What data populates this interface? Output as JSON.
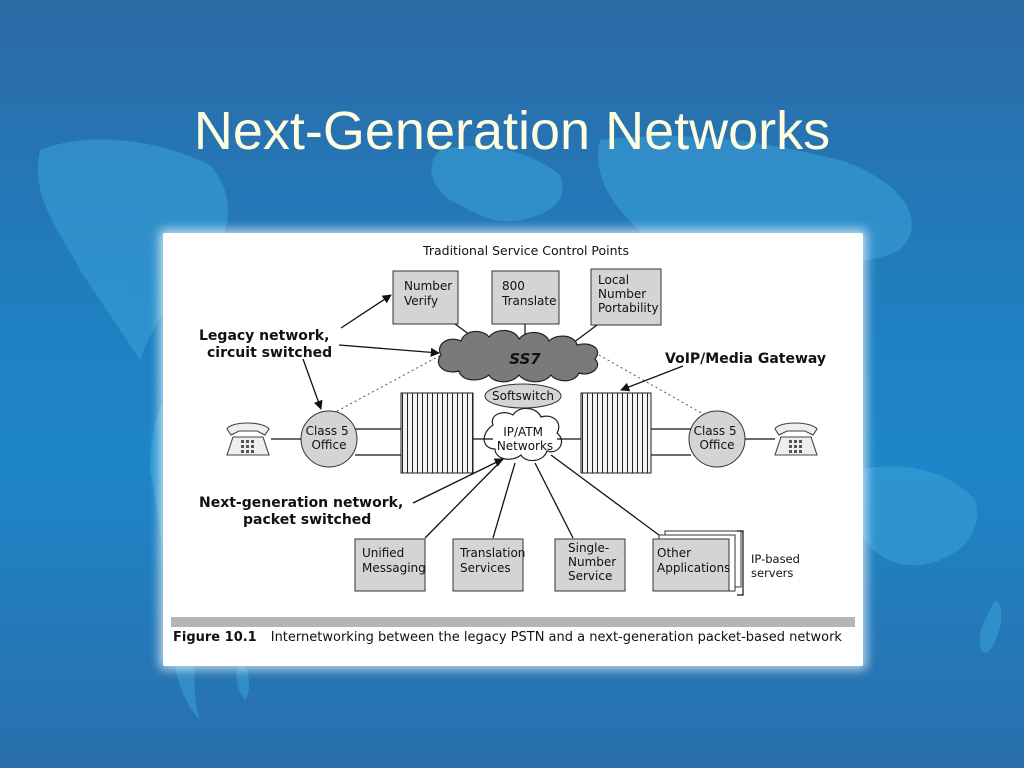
{
  "slide": {
    "title": "Next-Generation Networks"
  },
  "figure": {
    "header": "Traditional Service Control Points",
    "scp": {
      "number_verify": [
        "Number",
        "Verify"
      ],
      "translate_800": [
        "800",
        "Translate"
      ],
      "local_number_portability": [
        "Local",
        "Number",
        "Portability"
      ]
    },
    "ss7": "SS7",
    "softswitch": "Softswitch",
    "ip_atm": [
      "IP/ATM",
      "Networks"
    ],
    "class5_left": [
      "Class 5",
      "Office"
    ],
    "class5_right": [
      "Class 5",
      "Office"
    ],
    "callouts": {
      "legacy": [
        "Legacy network,",
        "circuit switched"
      ],
      "voip": "VoIP/Media Gateway",
      "nextgen": [
        "Next-generation network,",
        "packet switched"
      ]
    },
    "servers": {
      "unified_messaging": [
        "Unified",
        "Messaging"
      ],
      "translation_services": [
        "Translation",
        "Services"
      ],
      "single_number": [
        "Single-",
        "Number",
        "Service"
      ],
      "other_applications": [
        "Other",
        "Applications"
      ]
    },
    "ip_based_label": [
      "IP-based",
      "servers"
    ],
    "caption_number": "Figure 10.1",
    "caption_text": "Internetworking between the legacy PSTN and a next-generation packet-based network"
  },
  "colors": {
    "background": "#1f7fc0",
    "title": "#fffde0",
    "box_fill": "#d4d4d4",
    "cloud_fill": "#7a7a7a"
  }
}
